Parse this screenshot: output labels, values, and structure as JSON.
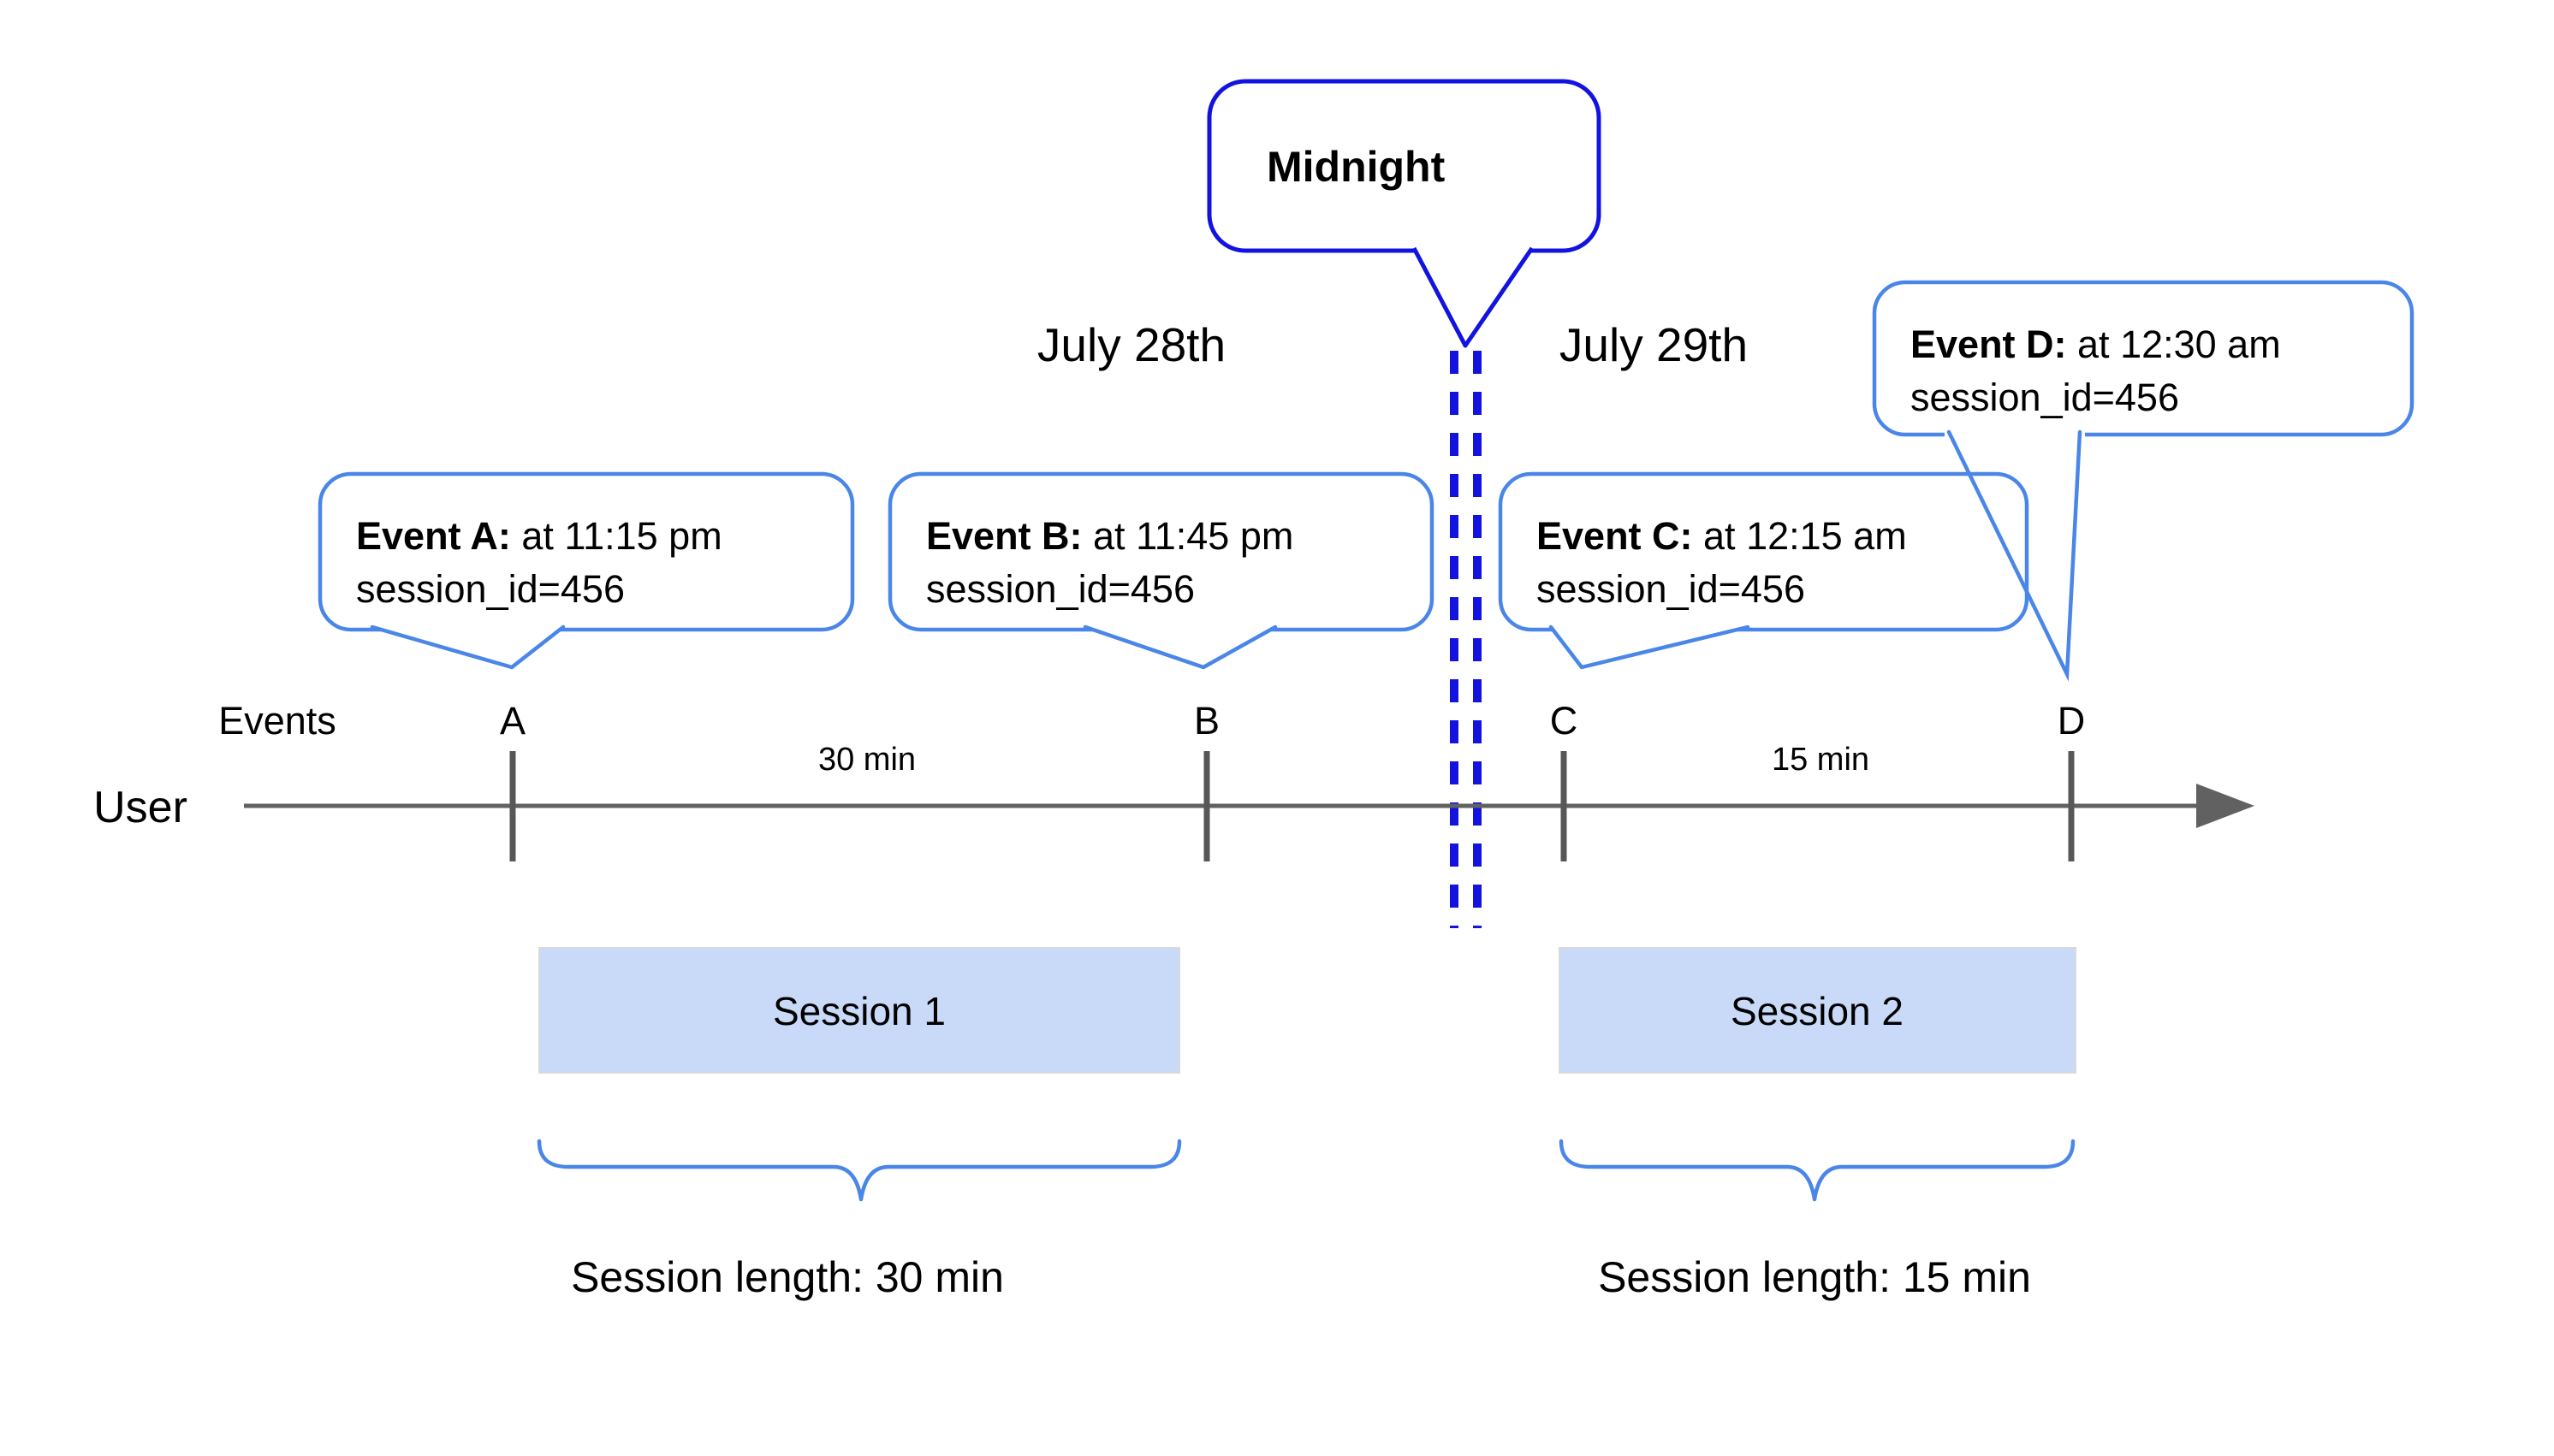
{
  "diagram_title": "User session timeline across midnight",
  "colors": {
    "callout_border_blue": "#4a86e8",
    "midnight_bubble_blue": "#1313e0",
    "dashed_line_blue": "#1313e0",
    "session_box_fill": "#c9daf8",
    "session_box_border": "#d9d9d9",
    "axis_gray": "#616161",
    "tick_gray": "#575757",
    "text_black": "#000000",
    "background": "#ffffff"
  },
  "midnight": {
    "label": "Midnight"
  },
  "dates": {
    "left": "July 28th",
    "right": "July 29th"
  },
  "events": [
    {
      "marker": "A",
      "title": "Event A:",
      "time": " at 11:15 pm",
      "session": "session_id=456"
    },
    {
      "marker": "B",
      "title": "Event B:",
      "time": " at 11:45 pm",
      "session": "session_id=456"
    },
    {
      "marker": "C",
      "title": "Event C:",
      "time": " at 12:15 am",
      "session": "session_id=456"
    },
    {
      "marker": "D",
      "title": "Event D:",
      "time": " at 12:30 am",
      "session": "session_id=456"
    }
  ],
  "timeline": {
    "events_label": "Events",
    "user_label": "User",
    "markers": [
      "A",
      "B",
      "C",
      "D"
    ],
    "gap_labels": [
      "30 min",
      "15 min"
    ]
  },
  "sessions": [
    {
      "name": "Session 1",
      "length_label": "Session length: 30 min"
    },
    {
      "name": "Session 2",
      "length_label": "Session length: 15 min"
    }
  ]
}
